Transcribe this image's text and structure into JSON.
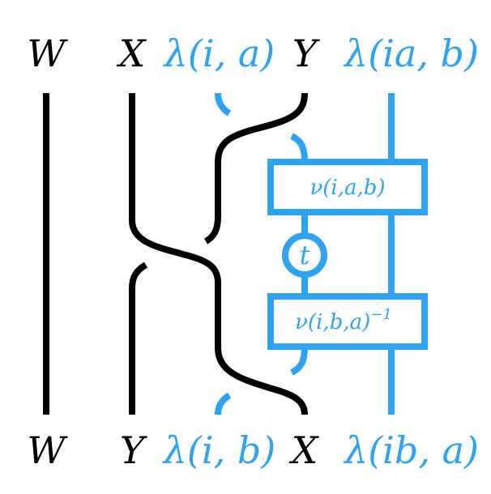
{
  "colors": {
    "black": "#000000",
    "blue": "#2ea3f2",
    "background": "#ffffff"
  },
  "top_labels": {
    "w": "W",
    "x": "X",
    "lambda_ia": "λ(i, a)",
    "y": "Y",
    "lambda_iab": "λ(ia, b)"
  },
  "bottom_labels": {
    "w": "W",
    "y": "Y",
    "lambda_ib": "λ(i, b)",
    "x": "X",
    "lambda_iba": "λ(ib, a)"
  },
  "boxes": {
    "nu_upper": "ν(i,a,b)",
    "nu_lower": "ν(i,b,a)",
    "nu_lower_exponent": "−1",
    "t_node": "t"
  }
}
